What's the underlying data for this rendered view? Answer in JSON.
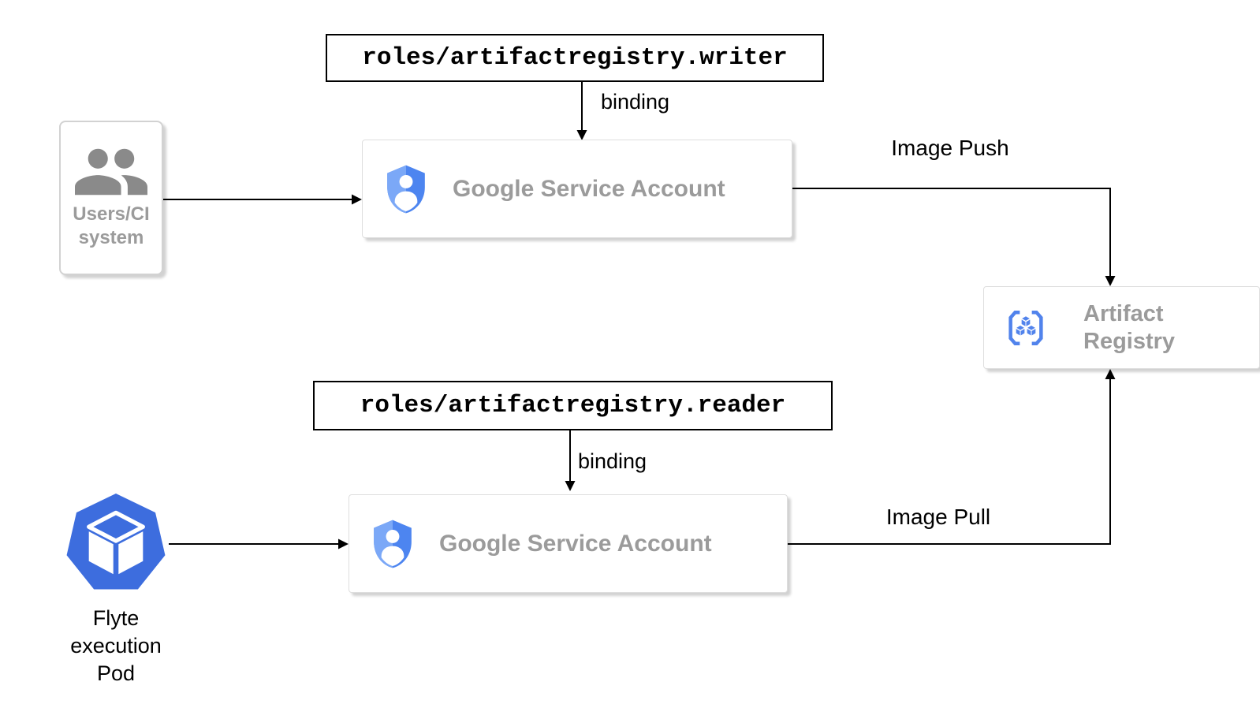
{
  "diagram": {
    "roles": {
      "writer": "roles/artifactregistry.writer",
      "reader": "roles/artifactregistry.reader"
    },
    "labels": {
      "binding_writer": "binding",
      "binding_reader": "binding",
      "image_push": "Image Push",
      "image_pull": "Image Pull"
    },
    "nodes": {
      "users_ci": {
        "line1": "Users/CI",
        "line2": "system",
        "icon": "users-group-icon"
      },
      "gsa_writer": {
        "label": "Google Service Account",
        "icon": "service-account-shield-icon"
      },
      "gsa_reader": {
        "label": "Google Service Account",
        "icon": "service-account-shield-icon"
      },
      "artifact_registry": {
        "line1": "Artifact",
        "line2": "Registry",
        "icon": "artifact-registry-cubes-icon"
      },
      "flyte_pod": {
        "badge": "pod",
        "caption_line1": "Flyte",
        "caption_line2": "execution",
        "caption_line3": "Pod",
        "icon": "kubernetes-pod-icon"
      }
    },
    "colors": {
      "shield_blue_light": "#7BA8F7",
      "shield_blue_dark": "#4D85F0",
      "registry_blue": "#5183EC",
      "pod_blue": "#3D6DDE",
      "muted_text": "#9B9B9B",
      "icon_gray": "#8A8A8A",
      "line_black": "#000000"
    }
  }
}
